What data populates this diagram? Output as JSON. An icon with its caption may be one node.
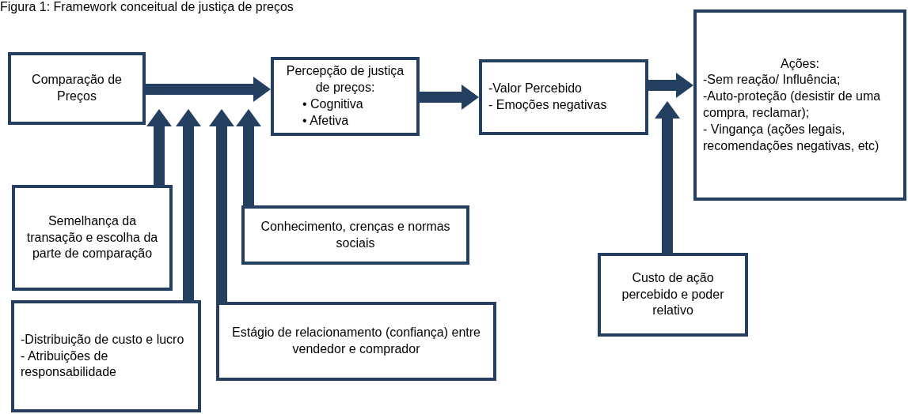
{
  "diagram": {
    "title": "Figura 1: Framework conceitual de justiça de preços",
    "nodes": [
      {
        "text": [
          "Comparação de Preços"
        ]
      },
      {
        "text": [
          "Percepção de justiça de preços:",
          "• Cognitiva",
          "• Afetiva"
        ]
      },
      {
        "text": [
          "-Valor Percebido",
          "- Emoções negativas"
        ]
      },
      {
        "text": [
          "Ações:",
          "-Sem reação/ Influência;",
          "-Auto-proteção (desistir de uma compra, reclamar);",
          "- Vingança (ações legais, recomendações negativas, etc)"
        ]
      },
      {
        "text": [
          "Semelhança da transação e escolha da parte de comparação"
        ]
      },
      {
        "text": [
          "Conhecimento, crenças e normas sociais"
        ]
      },
      {
        "text": [
          "-Distribuição de custo e lucro",
          "- Atribuições de responsabilidade"
        ]
      },
      {
        "text": [
          "Estágio de relacionamento (confiança) entre vendedor e comprador"
        ]
      },
      {
        "text": [
          "Custo de ação percebido e poder relativo"
        ]
      }
    ],
    "edges": [
      {
        "from": 0,
        "to": 1,
        "arrow": "to",
        "style": "thick"
      },
      {
        "from": 1,
        "to": 2,
        "arrow": "to",
        "style": "thick"
      },
      {
        "from": 2,
        "to": 3,
        "arrow": "to",
        "style": "thick"
      },
      {
        "from": 4,
        "to": null,
        "arrow": "to",
        "style": "thick"
      },
      {
        "from": 6,
        "to": null,
        "arrow": "to",
        "style": "thick"
      },
      {
        "from": 7,
        "to": null,
        "arrow": "to",
        "style": "thick"
      },
      {
        "from": 5,
        "to": null,
        "arrow": "to",
        "style": "thick"
      },
      {
        "from": 8,
        "to": null,
        "arrow": "to",
        "style": "thick"
      }
    ]
  }
}
